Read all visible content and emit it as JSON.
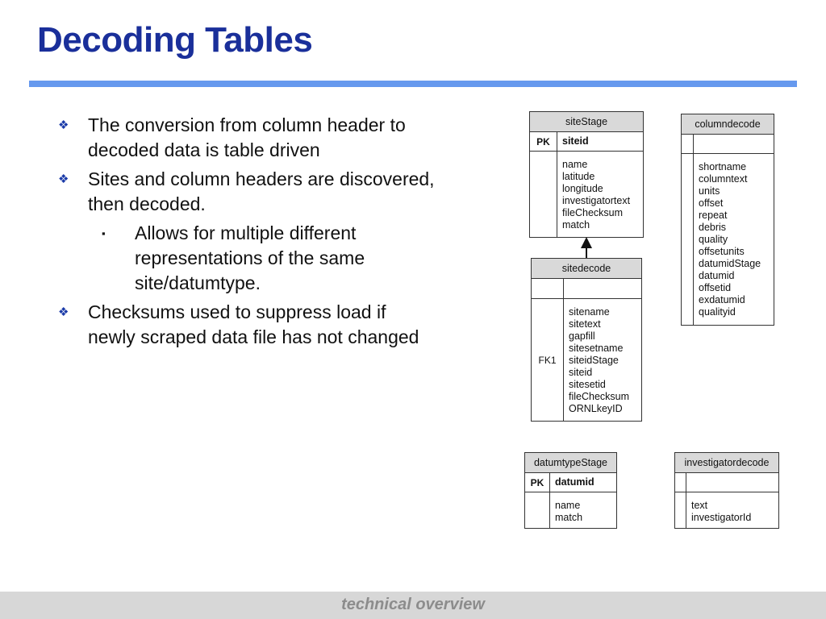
{
  "slide": {
    "title": "Decoding Tables",
    "footer": "technical overview",
    "accent_color": "#1a2f9a",
    "rule_color": "#6699ee"
  },
  "bullets": [
    {
      "marker_icon": "diamond-bullet-icon",
      "text": "The conversion from column header to decoded data is table driven"
    },
    {
      "marker_icon": "diamond-bullet-icon",
      "text": "Sites and column headers are discovered, then decoded."
    },
    {
      "marker_icon": "square-bullet-icon",
      "text": "Allows for multiple different representations of the same site/datumtype.",
      "level": 2
    },
    {
      "marker_icon": "diamond-bullet-icon",
      "text": "Checksums used to suppress load if newly scraped data file has not changed"
    }
  ],
  "markers": {
    "diamond": "❖",
    "square": "▪"
  },
  "tables": {
    "siteStage": {
      "name": "siteStage",
      "pk_label": "PK",
      "pk_field": "siteid",
      "fields": [
        "name",
        "latitude",
        "longitude",
        "investigatortext",
        "fileChecksum",
        "match"
      ]
    },
    "sitedecode": {
      "name": "sitedecode",
      "fk_label": "FK1",
      "fields": [
        "sitename",
        "sitetext",
        "gapfill",
        "sitesetname",
        "siteidStage",
        "siteid",
        "sitesetid",
        "fileChecksum",
        "ORNLkeyID"
      ]
    },
    "columndecode": {
      "name": "columndecode",
      "fields": [
        "shortname",
        "columntext",
        "units",
        "offset",
        "repeat",
        "debris",
        "quality",
        "offsetunits",
        "datumidStage",
        "datumid",
        "offsetid",
        "exdatumid",
        "qualityid"
      ]
    },
    "datumtypeStage": {
      "name": "datumtypeStage",
      "pk_label": "PK",
      "pk_field": "datumid",
      "fields": [
        "name",
        "match"
      ]
    },
    "investigatordecode": {
      "name": "investigatordecode",
      "fields": [
        "text",
        "investigatorId"
      ]
    }
  }
}
